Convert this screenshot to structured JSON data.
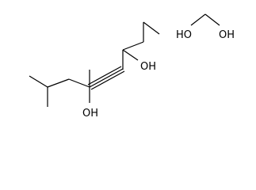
{
  "figure": {
    "labels": {
      "oh_top": "OH",
      "oh_bottom": "OH",
      "ethylene_glycol_left": "HO",
      "ethylene_glycol_right": "OH"
    }
  }
}
